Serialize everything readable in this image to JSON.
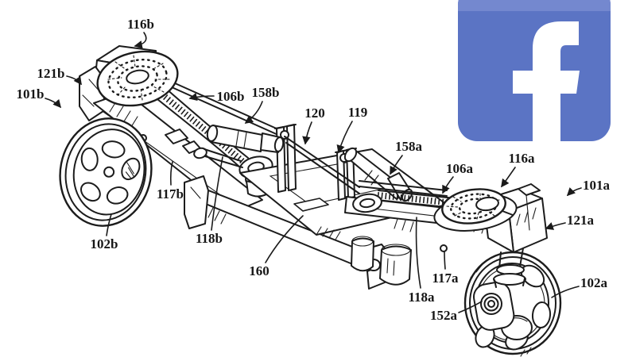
{
  "figure": {
    "kind": "patent-line-drawing",
    "labels": [
      {
        "id": "116b",
        "text": "116b"
      },
      {
        "id": "121b",
        "text": "121b"
      },
      {
        "id": "101b",
        "text": "101b"
      },
      {
        "id": "106b",
        "text": "106b"
      },
      {
        "id": "158b",
        "text": "158b"
      },
      {
        "id": "120",
        "text": "120"
      },
      {
        "id": "119",
        "text": "119"
      },
      {
        "id": "158a",
        "text": "158a"
      },
      {
        "id": "106a",
        "text": "106a"
      },
      {
        "id": "116a",
        "text": "116a"
      },
      {
        "id": "101a",
        "text": "101a"
      },
      {
        "id": "121a",
        "text": "121a"
      },
      {
        "id": "117b",
        "text": "117b"
      },
      {
        "id": "102b",
        "text": "102b"
      },
      {
        "id": "118b",
        "text": "118b"
      },
      {
        "id": "160",
        "text": "160"
      },
      {
        "id": "117a",
        "text": "117a"
      },
      {
        "id": "118a",
        "text": "118a"
      },
      {
        "id": "152a",
        "text": "152a"
      },
      {
        "id": "102a",
        "text": "102a"
      }
    ]
  },
  "logo": {
    "name": "Facebook",
    "letter": "f",
    "colors": {
      "tile": "#5b74c4",
      "tile_top": "#7488cf",
      "letter": "#ffffff"
    }
  },
  "canvas": {
    "background": "#ffffff",
    "line_color": "#1c1c1c"
  }
}
